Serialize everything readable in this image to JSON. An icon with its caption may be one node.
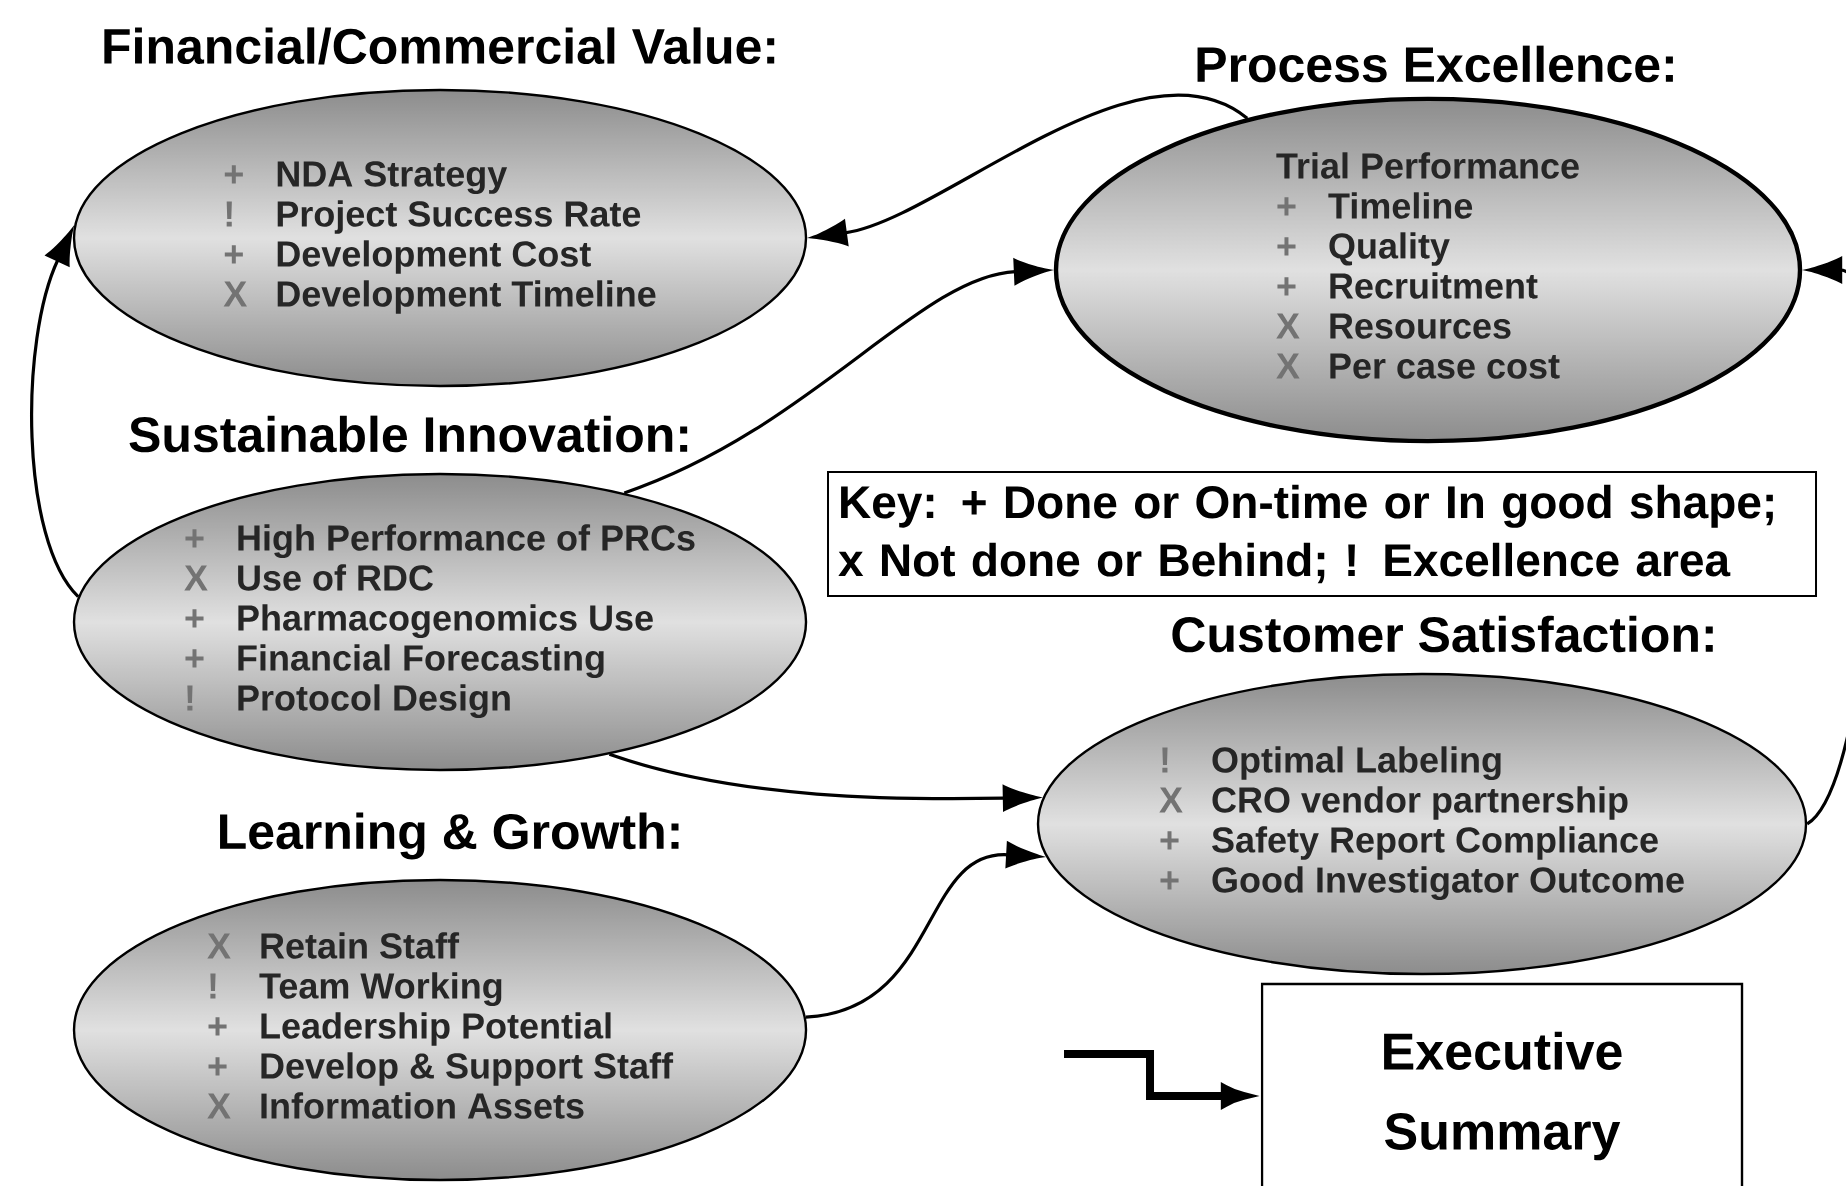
{
  "diagram": {
    "nodes": [
      {
        "text": [
          "Financial/Commercial Value:",
          "+",
          "NDA Strategy",
          "!",
          "Project Success Rate",
          "+",
          "Development Cost",
          "X",
          "Development Timeline"
        ]
      },
      {
        "text": [
          "Process Excellence:",
          "Trial Performance",
          "+",
          "Timeline",
          "+",
          "Quality",
          "+",
          "Recruitment",
          "X",
          "Resources",
          "X",
          "Per case cost"
        ]
      },
      {
        "text": [
          "Sustainable Innovation:",
          "+",
          "High Performance of PRCs",
          "X",
          "Use of RDC",
          "+",
          "Pharmacogenomics Use",
          "+",
          "Financial Forecasting",
          "!",
          "Protocol Design"
        ]
      },
      {
        "text": [
          "Customer Satisfaction:",
          "!",
          "Optimal Labeling",
          "X",
          "CRO vendor partnership",
          "+",
          "Safety Report Compliance",
          "+",
          "Good Investigator Outcome"
        ]
      },
      {
        "text": [
          "Learning & Growth:",
          "X",
          "Retain Staff",
          "!",
          "Team Working",
          "+",
          "Leadership Potential",
          "+",
          "Develop & Support Staff",
          "X",
          "Information Assets"
        ]
      },
      {
        "text": [
          "Key: + Done or On-time or In good shape; x Not done or Behind; ! Excellence area"
        ]
      },
      {
        "text": [
          "Executive Summary"
        ]
      }
    ],
    "edges": [
      {
        "from": 1,
        "to": 0,
        "arrow": "to"
      },
      {
        "from": 2,
        "to": 0,
        "arrow": "to"
      },
      {
        "from": 2,
        "to": 1,
        "arrow": "to"
      },
      {
        "from": 2,
        "to": 3,
        "arrow": "to"
      },
      {
        "from": 4,
        "to": 3,
        "arrow": "to"
      },
      {
        "from": 3,
        "to": 1,
        "arrow": "to"
      },
      {
        "from": null,
        "to": 6,
        "arrow": "to",
        "style": "thick"
      }
    ]
  }
}
